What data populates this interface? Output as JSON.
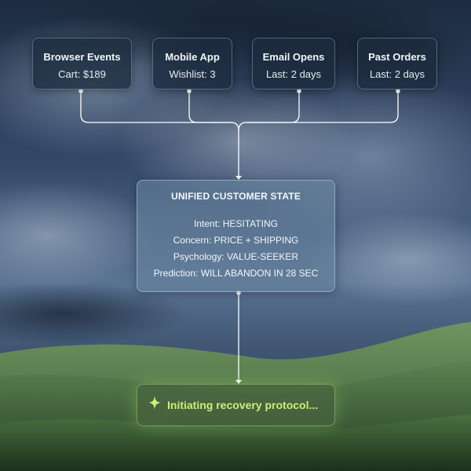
{
  "sources": [
    {
      "title": "Browser Events",
      "value": "Cart: $189"
    },
    {
      "title": "Mobile App",
      "value": "Wishlist: 3"
    },
    {
      "title": "Email Opens",
      "value": "Last: 2 days"
    },
    {
      "title": "Past Orders",
      "value": "Last: 2 days"
    }
  ],
  "state": {
    "title": "UNIFIED CUSTOMER STATE",
    "lines": [
      "Intent: HESITATING",
      "Concern: PRICE + SHIPPING",
      "Psychology: VALUE-SEEKER",
      "Prediction: WILL ABANDON IN 28 SEC"
    ]
  },
  "recovery": {
    "label": "Initiating recovery protocol...",
    "icon": "sparkle-icon"
  },
  "colors": {
    "accent": "#c9f07a",
    "connector": "#ffffff"
  }
}
